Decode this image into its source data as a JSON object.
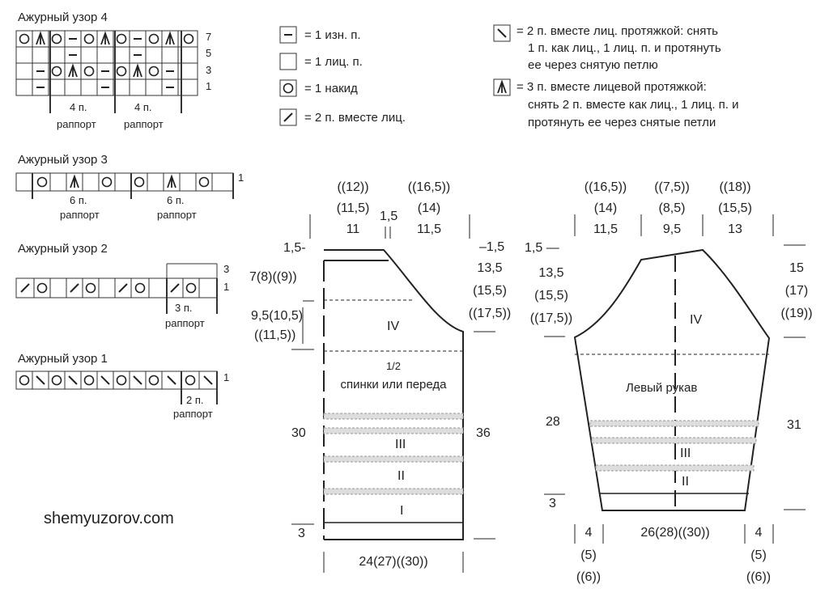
{
  "patterns": {
    "p4": {
      "title": "Ажурный узор 4",
      "row_numbers": [
        "7",
        "5",
        "3",
        "1"
      ],
      "repeat_labels": [
        {
          "count": "4 п.",
          "word": "раппорт"
        },
        {
          "count": "4 п.",
          "word": "раппорт"
        }
      ]
    },
    "p3": {
      "title": "Ажурный узор 3",
      "row_numbers": [
        "1"
      ],
      "repeat_labels": [
        {
          "count": "6 п.",
          "word": "раппорт"
        },
        {
          "count": "6 п.",
          "word": "раппорт"
        }
      ]
    },
    "p2": {
      "title": "Ажурный узор 2",
      "row_numbers": [
        "3",
        "1"
      ],
      "repeat_labels": [
        {
          "count": "3 п.",
          "word": "раппорт"
        }
      ]
    },
    "p1": {
      "title": "Ажурный узор 1",
      "row_numbers": [
        "1"
      ],
      "repeat_labels": [
        {
          "count": "2 п.",
          "word": "раппорт"
        }
      ]
    }
  },
  "legend": {
    "purl": "= 1 изн. п.",
    "knit": "= 1 лиц. п.",
    "yo": "= 1 накид",
    "k2tog": "= 2 п. вместе лиц.",
    "ssk": [
      "= 2 п. вместе лиц. протяжкой: снять",
      "1 п. как лиц., 1 лиц. п. и протянуть",
      "ее через снятую петлю"
    ],
    "cdd": [
      "= 3 п. вместе лицевой протяжкой:",
      "снять 2 п. вместе как лиц., 1 лиц. п. и",
      "протянуть ее через снятые петли"
    ]
  },
  "body": {
    "top": {
      "left_group": [
        "((12))",
        "(11,5)",
        "11"
      ],
      "mid": "1,5",
      "right_group": [
        "((16,5))",
        "(14)",
        "11,5"
      ]
    },
    "left_dims": {
      "d1": "1,5-",
      "d2": "7(8)((9))",
      "d3a": "9,5(10,5)",
      "d3b": "((11,5))",
      "d4": "30",
      "d5": "3"
    },
    "right_dims": {
      "r1": "–1,5",
      "r2": [
        "13,5",
        "(15,5)",
        "((17,5))"
      ],
      "r3": "36"
    },
    "sections": {
      "iv": "IV",
      "iii": "III",
      "ii": "II",
      "i": "I"
    },
    "label": [
      "1/2",
      "спинки или переда"
    ],
    "bottom": "24(27)((30))"
  },
  "sleeve": {
    "top": {
      "g1": [
        "((16,5))",
        "(14)",
        "11,5"
      ],
      "g2": [
        "((7,5))",
        "(8,5)",
        "9,5"
      ],
      "g3": [
        "((18))",
        "(15,5)",
        "13"
      ]
    },
    "left_dims": {
      "d1": "1,5 —",
      "d2": [
        "13,5",
        "(15,5)",
        "((17,5))"
      ],
      "d3": "28",
      "d4": "3"
    },
    "right_dims": {
      "r1": [
        "15",
        "(17)",
        "((19))"
      ],
      "r2": "31"
    },
    "sections": {
      "iv": "IV",
      "iii": "III",
      "ii": "II"
    },
    "label": "Левый рукав",
    "bottom": {
      "left": [
        "4",
        "(5)",
        "((6))"
      ],
      "mid": "26(28)((30))",
      "right": [
        "4",
        "(5)",
        "((6))"
      ]
    }
  },
  "website": "shemyuzorov.com"
}
